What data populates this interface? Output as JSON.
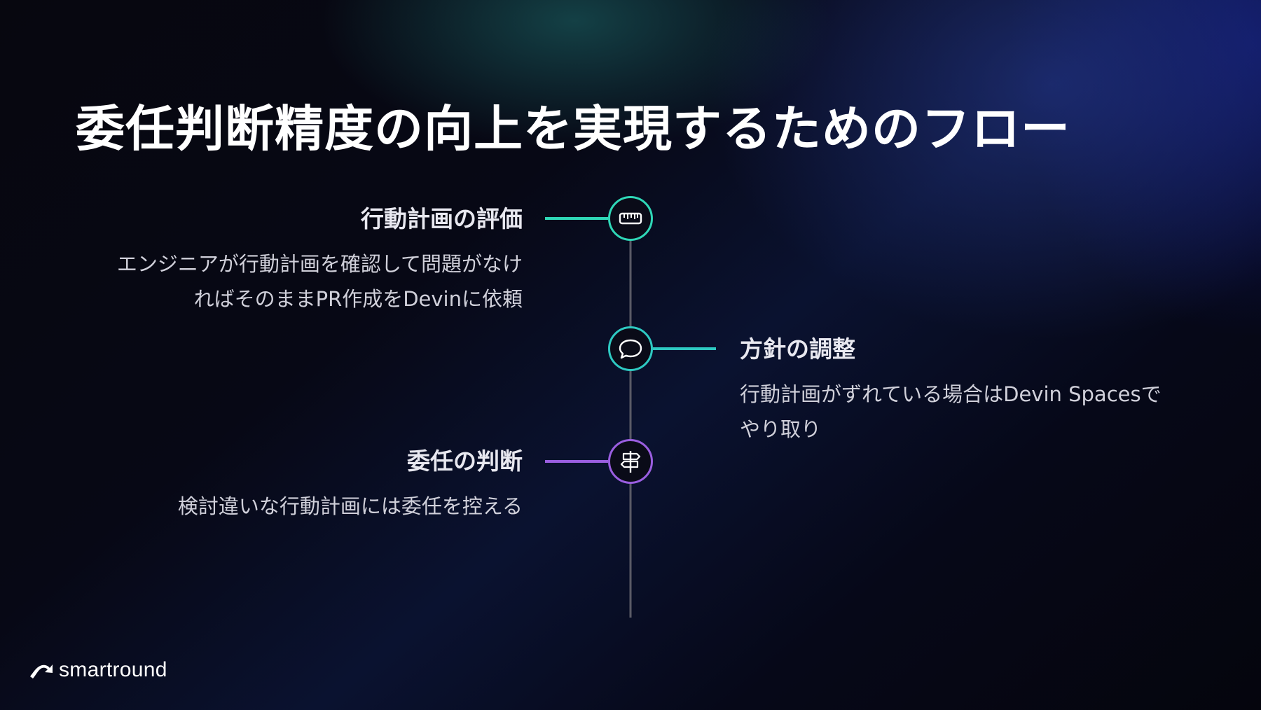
{
  "slide": {
    "title": "委任判断精度の向上を実現するためのフロー"
  },
  "steps": [
    {
      "title": "行動計画の評価",
      "desc_line1": "エンジニアが行動計画を確認して問題がなけ",
      "desc_line2": "ればそのままPR作成をDevinに依頼",
      "icon": "ruler-icon",
      "color": "#2fd7b7",
      "side": "left"
    },
    {
      "title": "方針の調整",
      "desc_line1": "行動計画がずれている場合はDevin Spacesで",
      "desc_line2": "やり取り",
      "icon": "speech-bubble-icon",
      "color": "#2ec9c2",
      "side": "right"
    },
    {
      "title": "委任の判断",
      "desc_line1": "検討違いな行動計画には委任を控える",
      "icon": "signpost-icon",
      "color": "#9a5ee0",
      "side": "left"
    }
  ],
  "brand": {
    "name": "smartround",
    "icon": "smartround-logo-icon"
  },
  "colors": {
    "green": "#2fd7b7",
    "teal": "#2ec9c2",
    "purple": "#9a5ee0",
    "timeline": "#5a5a66"
  }
}
